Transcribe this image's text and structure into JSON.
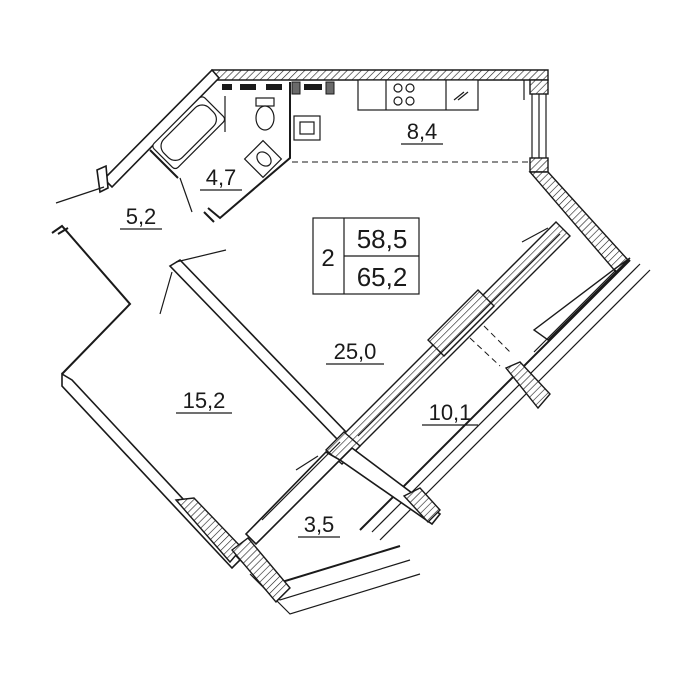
{
  "apartment": {
    "rooms_count": "2",
    "living_area": "58,5",
    "total_area": "65,2"
  },
  "rooms": {
    "kitchen": "8,4",
    "bathroom": "4,7",
    "hall": "5,2",
    "living": "25,0",
    "bedroom": "15,2",
    "balcony_large": "10,1",
    "balcony_small": "3,5"
  }
}
